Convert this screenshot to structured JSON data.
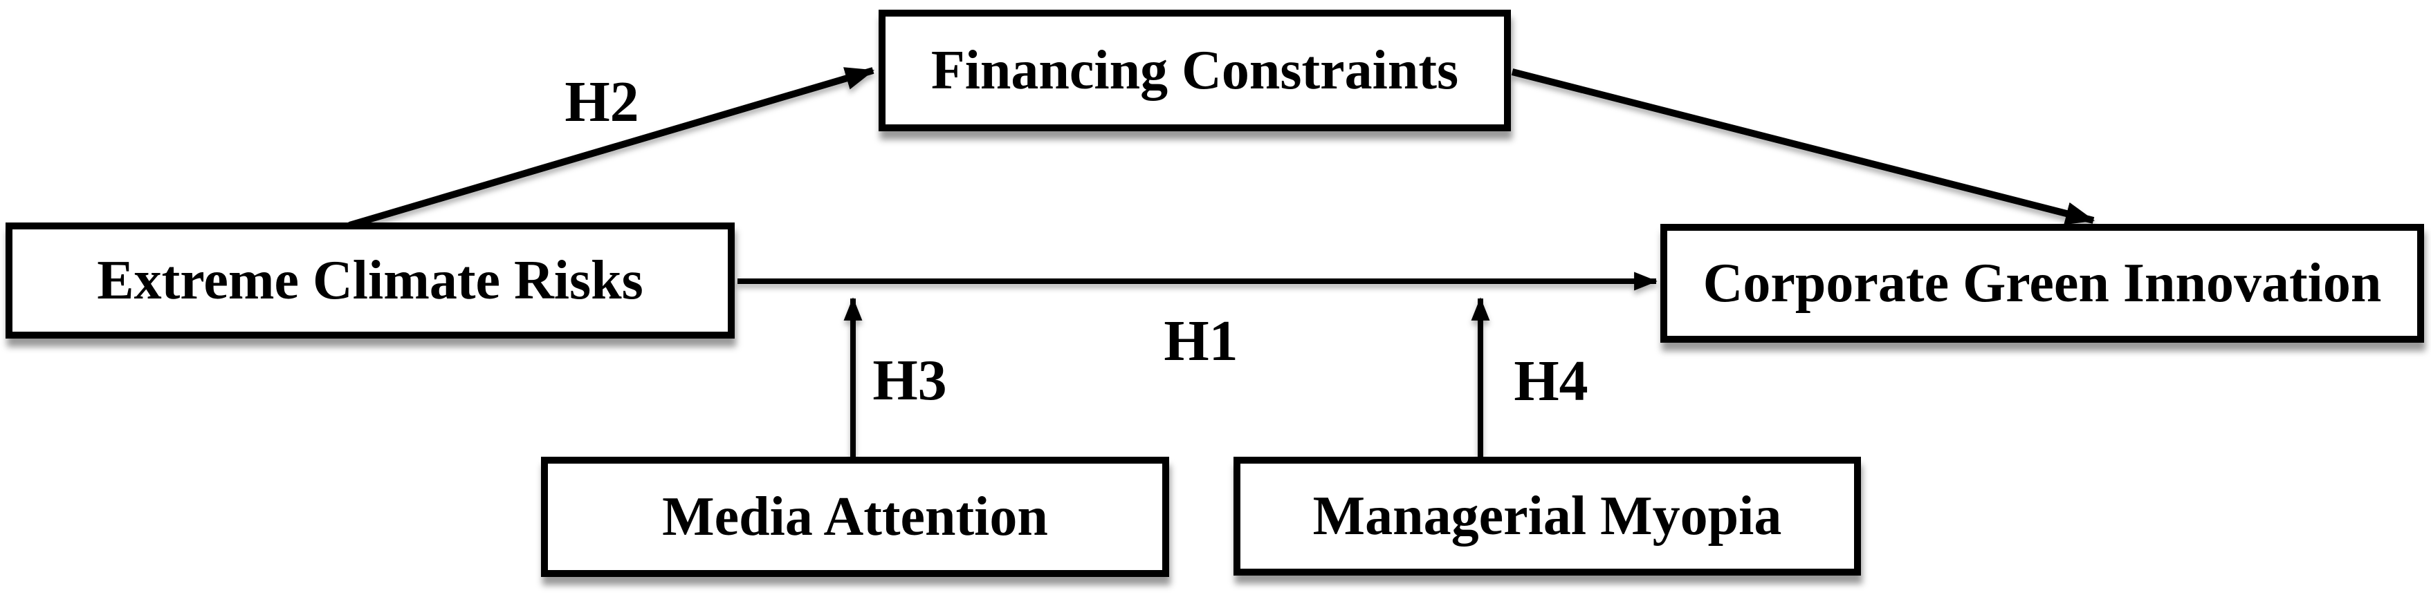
{
  "diagram": {
    "colors": {
      "background": "#ffffff",
      "box_fill": "#ffffff",
      "box_border": "#000000",
      "line": "#000000",
      "text": "#000000"
    },
    "nodes": [
      {
        "id": "extreme-climate-risks",
        "label": "Extreme Climate Risks"
      },
      {
        "id": "financing-constraints",
        "label": "Financing Constraints"
      },
      {
        "id": "corporate-green-innovation",
        "label": "Corporate Green Innovation"
      },
      {
        "id": "media-attention",
        "label": "Media Attention"
      },
      {
        "id": "managerial-myopia",
        "label": "Managerial Myopia"
      }
    ],
    "edges": [
      {
        "label": "H1",
        "from": "Extreme Climate Risks",
        "to": "Corporate Green Innovation"
      },
      {
        "label": "H2",
        "from": "Extreme Climate Risks",
        "to": "Financing Constraints"
      },
      {
        "label": "",
        "from": "Financing Constraints",
        "to": "Corporate Green Innovation"
      },
      {
        "label": "H3",
        "from": "Media Attention",
        "to": "H1 arrow"
      },
      {
        "label": "H4",
        "from": "Managerial Myopia",
        "to": "H1 arrow"
      }
    ]
  }
}
